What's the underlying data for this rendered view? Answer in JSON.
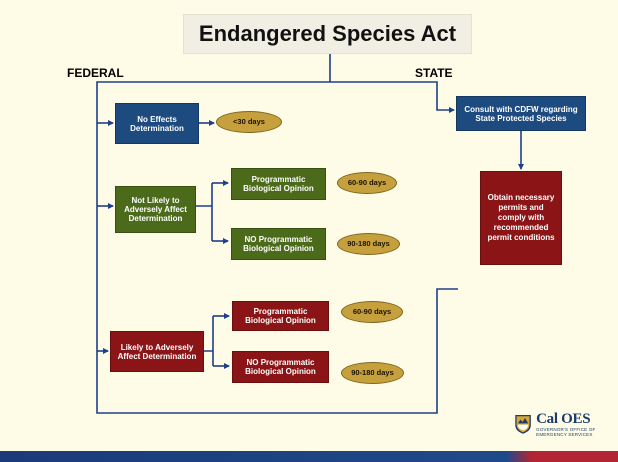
{
  "title": "Endangered Species Act",
  "federal_label": "FEDERAL",
  "state_label": "STATE",
  "federal": {
    "no_effects": {
      "label": "No Effects Determination",
      "timeline": "<30 days"
    },
    "not_likely": {
      "label": "Not Likely to Adversely Affect Determination",
      "programmatic": {
        "label": "Programmatic Biological Opinion",
        "timeline": "60-90 days"
      },
      "no_programmatic": {
        "label": "NO Programmatic Biological Opinion",
        "timeline": "90-180 days"
      }
    },
    "likely": {
      "label": "Likely to Adversely Affect Determination",
      "programmatic": {
        "label": "Programmatic Biological Opinion",
        "timeline": "60-90 days"
      },
      "no_programmatic": {
        "label": "NO Programmatic Biological Opinion",
        "timeline": "90-180 days"
      }
    }
  },
  "state": {
    "consult": "Consult with CDFW regarding State Protected Species",
    "permits": "Obtain necessary permits and comply with recommended permit conditions"
  },
  "logo": {
    "name": "Cal OES",
    "subtitle": "GOVERNOR'S OFFICE OF EMERGENCY SERVICES"
  },
  "colors": {
    "blue": "#1d4b7f",
    "green": "#4b6b1b",
    "red": "#8b1516",
    "oval": "#c6a03c",
    "line": "#1e3f8a"
  }
}
